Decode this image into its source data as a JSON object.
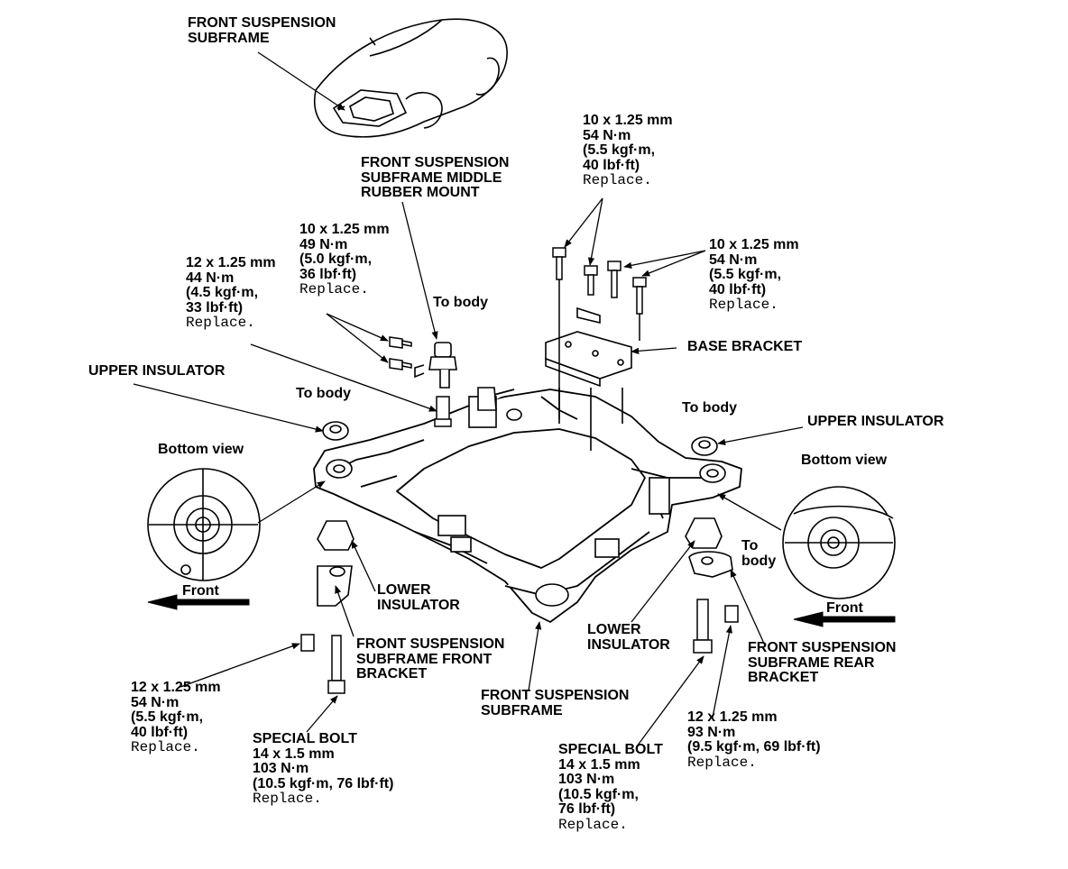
{
  "callouts": {
    "car_subframe": {
      "lines": [
        "FRONT SUSPENSION",
        "SUBFRAME"
      ]
    },
    "middle_mount": {
      "lines": [
        "FRONT SUSPENSION",
        "SUBFRAME MIDDLE",
        "RUBBER MOUNT"
      ]
    },
    "bolt_top_center": {
      "lines": [
        "10 x 1.25 mm",
        "54 N·m",
        "(5.5 kgf·m,",
        "40 lbf·ft)"
      ],
      "replace": "Replace."
    },
    "bolt_top_right": {
      "lines": [
        "10 x 1.25 mm",
        "54 N·m",
        "(5.5 kgf·m,",
        "40 lbf·ft)"
      ],
      "replace": "Replace."
    },
    "bolt_mid": {
      "lines": [
        "10 x 1.25 mm",
        "49 N·m",
        "(5.0 kgf·m,",
        "36 lbf·ft)"
      ],
      "replace": "Replace."
    },
    "bolt_left": {
      "lines": [
        "12 x 1.25 mm",
        "44 N·m",
        "(4.5 kgf·m,",
        "33 lbf·ft)"
      ],
      "replace": "Replace."
    },
    "to_body_mount": {
      "lines": [
        "To body"
      ]
    },
    "base_bracket": {
      "lines": [
        "BASE BRACKET"
      ]
    },
    "upper_insulator_left": {
      "lines": [
        "UPPER INSULATOR"
      ]
    },
    "to_body_left": {
      "lines": [
        "To body"
      ]
    },
    "to_body_right": {
      "lines": [
        "To body"
      ]
    },
    "upper_insulator_right": {
      "lines": [
        "UPPER INSULATOR"
      ]
    },
    "bottom_view_left": {
      "lines": [
        "Bottom view"
      ]
    },
    "bottom_view_right": {
      "lines": [
        "Bottom view"
      ]
    },
    "front_left": {
      "lines": [
        "Front"
      ]
    },
    "front_right": {
      "lines": [
        "Front"
      ]
    },
    "to_body_rear": {
      "lines": [
        "To",
        "body"
      ]
    },
    "lower_insulator_left": {
      "lines": [
        "LOWER",
        "INSULATOR"
      ]
    },
    "lower_insulator_right": {
      "lines": [
        "LOWER",
        "INSULATOR"
      ]
    },
    "front_bracket": {
      "lines": [
        "FRONT SUSPENSION",
        "SUBFRAME FRONT",
        "BRACKET"
      ]
    },
    "rear_bracket": {
      "lines": [
        "FRONT SUSPENSION",
        "SUBFRAME REAR",
        "BRACKET"
      ]
    },
    "bolt_bottom_left": {
      "lines": [
        "12 x 1.25 mm",
        "54 N·m",
        "(5.5 kgf·m,",
        "40 lbf·ft)"
      ],
      "replace": "Replace."
    },
    "special_bolt_left": {
      "lines": [
        "SPECIAL BOLT",
        "14 x 1.5 mm",
        "103 N·m",
        "(10.5 kgf·m, 76 lbf·ft)"
      ],
      "replace": "Replace."
    },
    "subframe_bottom": {
      "lines": [
        "FRONT SUSPENSION",
        "SUBFRAME"
      ]
    },
    "special_bolt_right": {
      "lines": [
        "SPECIAL BOLT",
        "14 x 1.5 mm",
        "103 N·m",
        "(10.5 kgf·m,",
        "76 lbf·ft)"
      ],
      "replace": "Replace."
    },
    "bolt_bottom_right": {
      "lines": [
        "12 x 1.25 mm",
        "93 N·m",
        "(9.5 kgf·m, 69 lbf·ft)"
      ],
      "replace": "Replace."
    }
  }
}
